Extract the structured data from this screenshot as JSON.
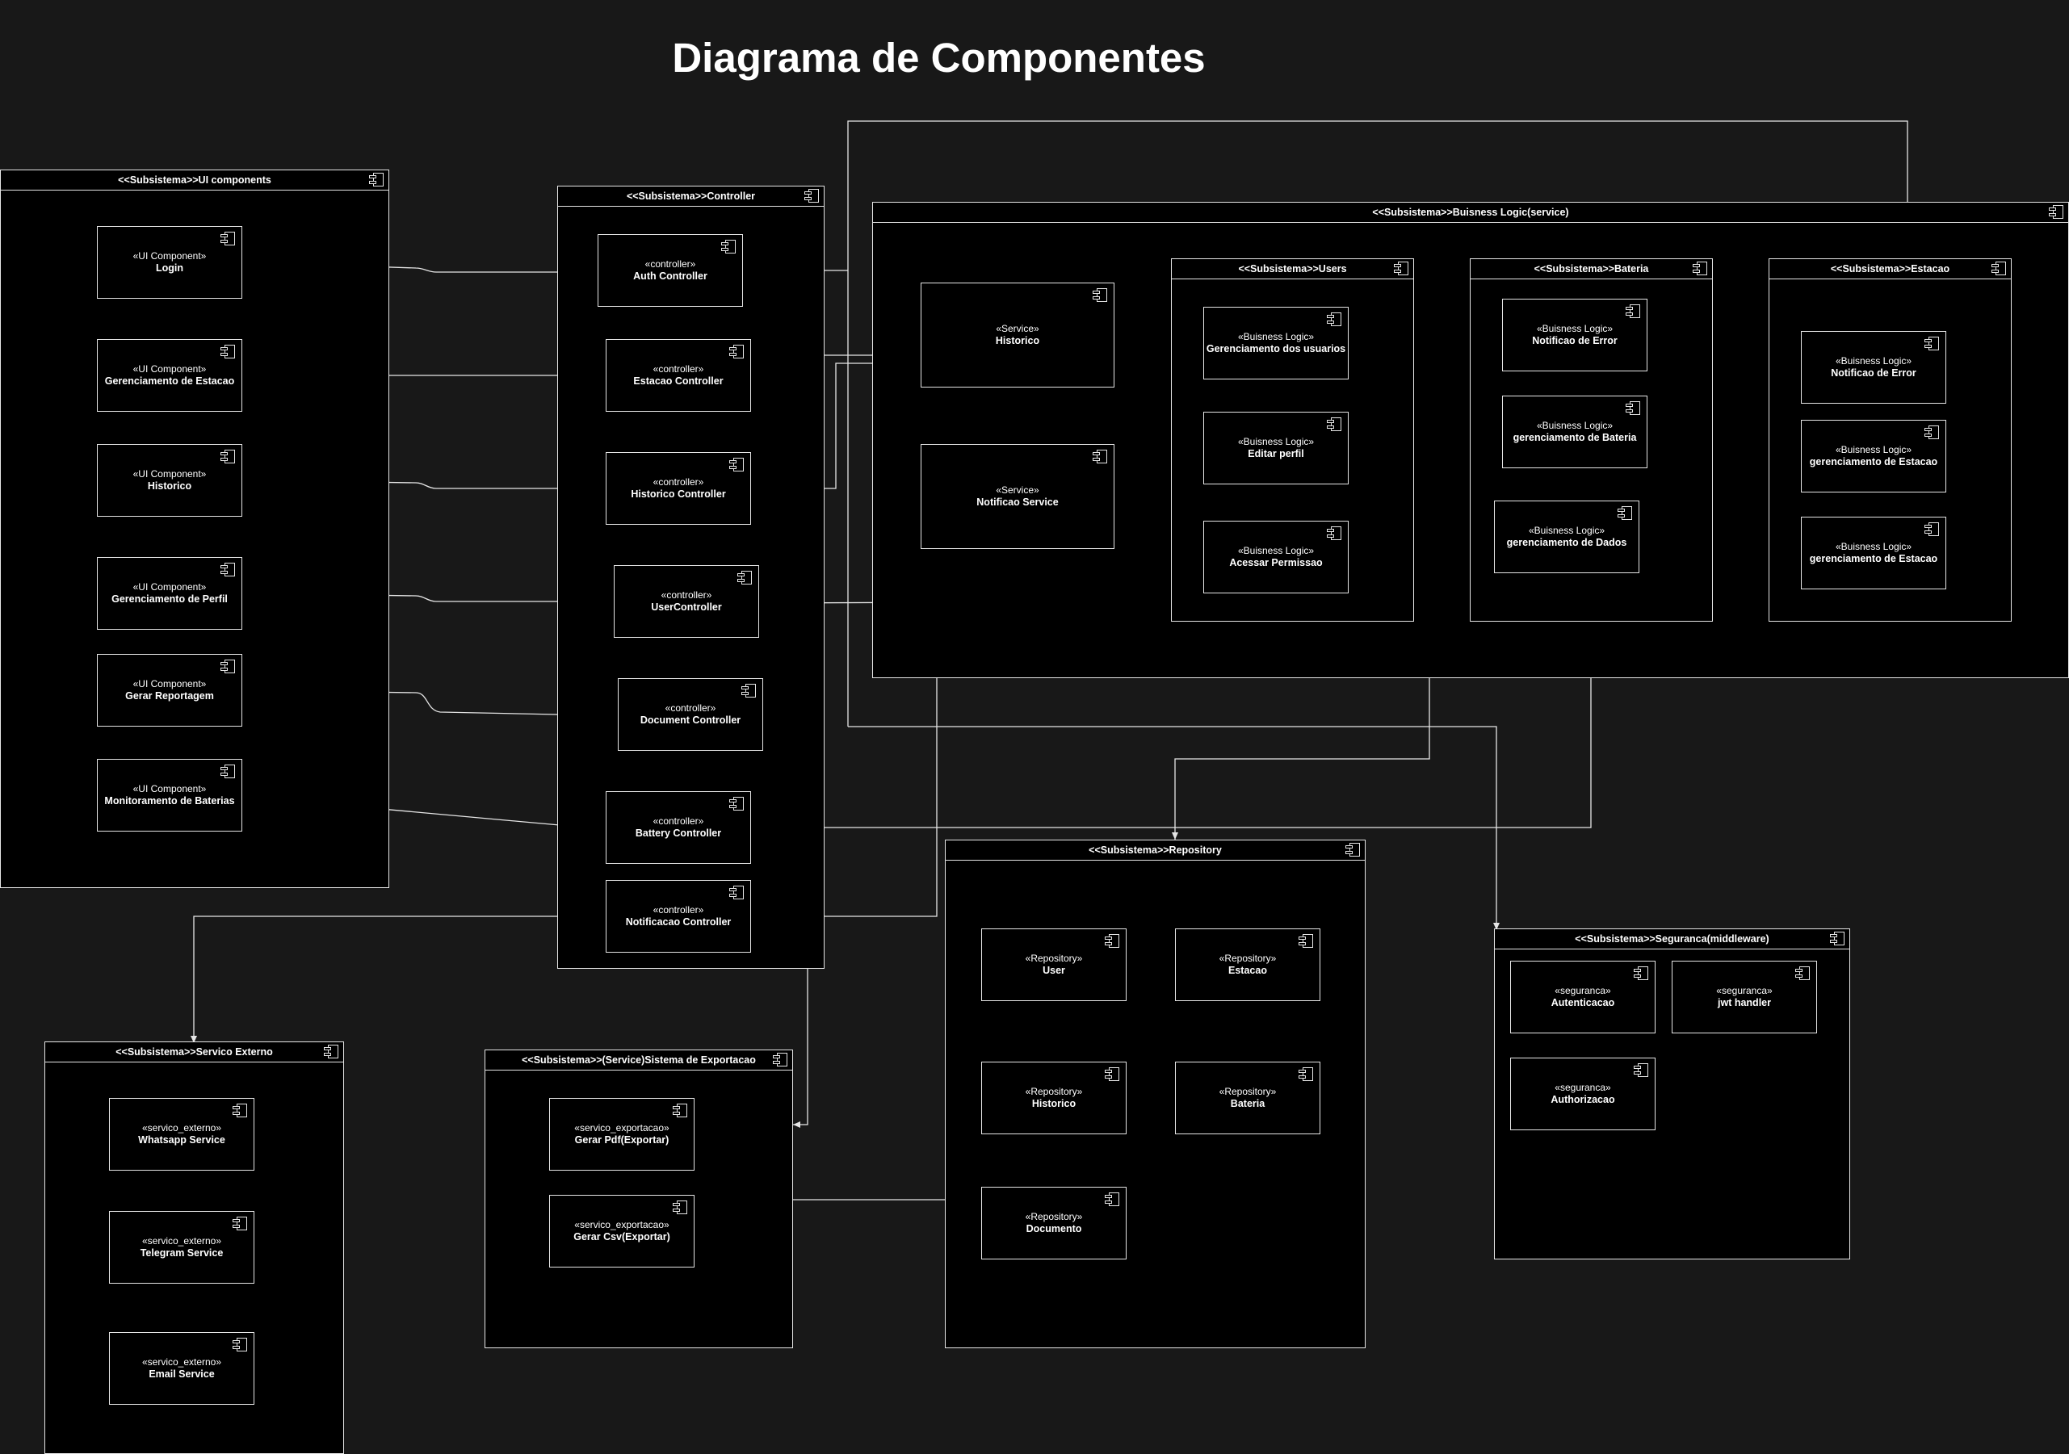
{
  "title": "Diagrama de Componentes",
  "subsystems": {
    "ui": "<<Subsistema>>UI components",
    "controller": "<<Subsistema>>Controller",
    "business": "<<Subsistema>>Buisness Logic(service)",
    "users": "<<Subsistema>>Users",
    "bateria": "<<Subsistema>>Bateria",
    "estacao": "<<Subsistema>>Estacao",
    "repository": "<<Subsistema>>Repository",
    "seguranca": "<<Subsistema>>Seguranca(middleware)",
    "externo": "<<Subsistema>>Servico Externo",
    "exportacao": "<<Subsistema>>(Service)Sistema de Exportacao"
  },
  "stereotypes": {
    "ui": "«UI Component»",
    "controller": "«controller»",
    "service": "«Service»",
    "logic": "«Buisness Logic»",
    "repository": "«Repository»",
    "seguranca": "«seguranca»",
    "externo": "«servico_externo»",
    "exportacao": "«servico_exportacao»"
  },
  "ui_components": [
    "Login",
    "Gerenciamento de Estacao",
    "Historico",
    "Gerenciamento de Perfil",
    "Gerar Reportagem",
    "Monitoramento de Baterias"
  ],
  "controllers": [
    "Auth Controller",
    "Estacao Controller",
    "Historico Controller",
    "UserController",
    "Document Controller",
    "Battery Controller",
    "Notificacao Controller"
  ],
  "services": [
    "Historico",
    "Notificao Service"
  ],
  "users_logic": [
    "Gerenciamento dos usuarios",
    "Editar perfil",
    "Acessar Permissao"
  ],
  "bateria_logic": [
    "Notificao de Error",
    "gerenciamento de Bateria",
    "gerenciamento de Dados"
  ],
  "estacao_logic": [
    "Notificao de Error",
    "gerenciamento de Estacao",
    "gerenciamento de Estacao"
  ],
  "repositories": [
    "User",
    "Estacao",
    "Historico",
    "Bateria",
    "Documento"
  ],
  "seguranca": [
    "Autenticacao",
    "jwt handler",
    "Authorizacao"
  ],
  "externos": [
    "Whatsapp Service",
    "Telegram Service",
    "Email Service"
  ],
  "exportacao": [
    "Gerar Pdf(Exportar)",
    "Gerar Csv(Exportar)"
  ]
}
